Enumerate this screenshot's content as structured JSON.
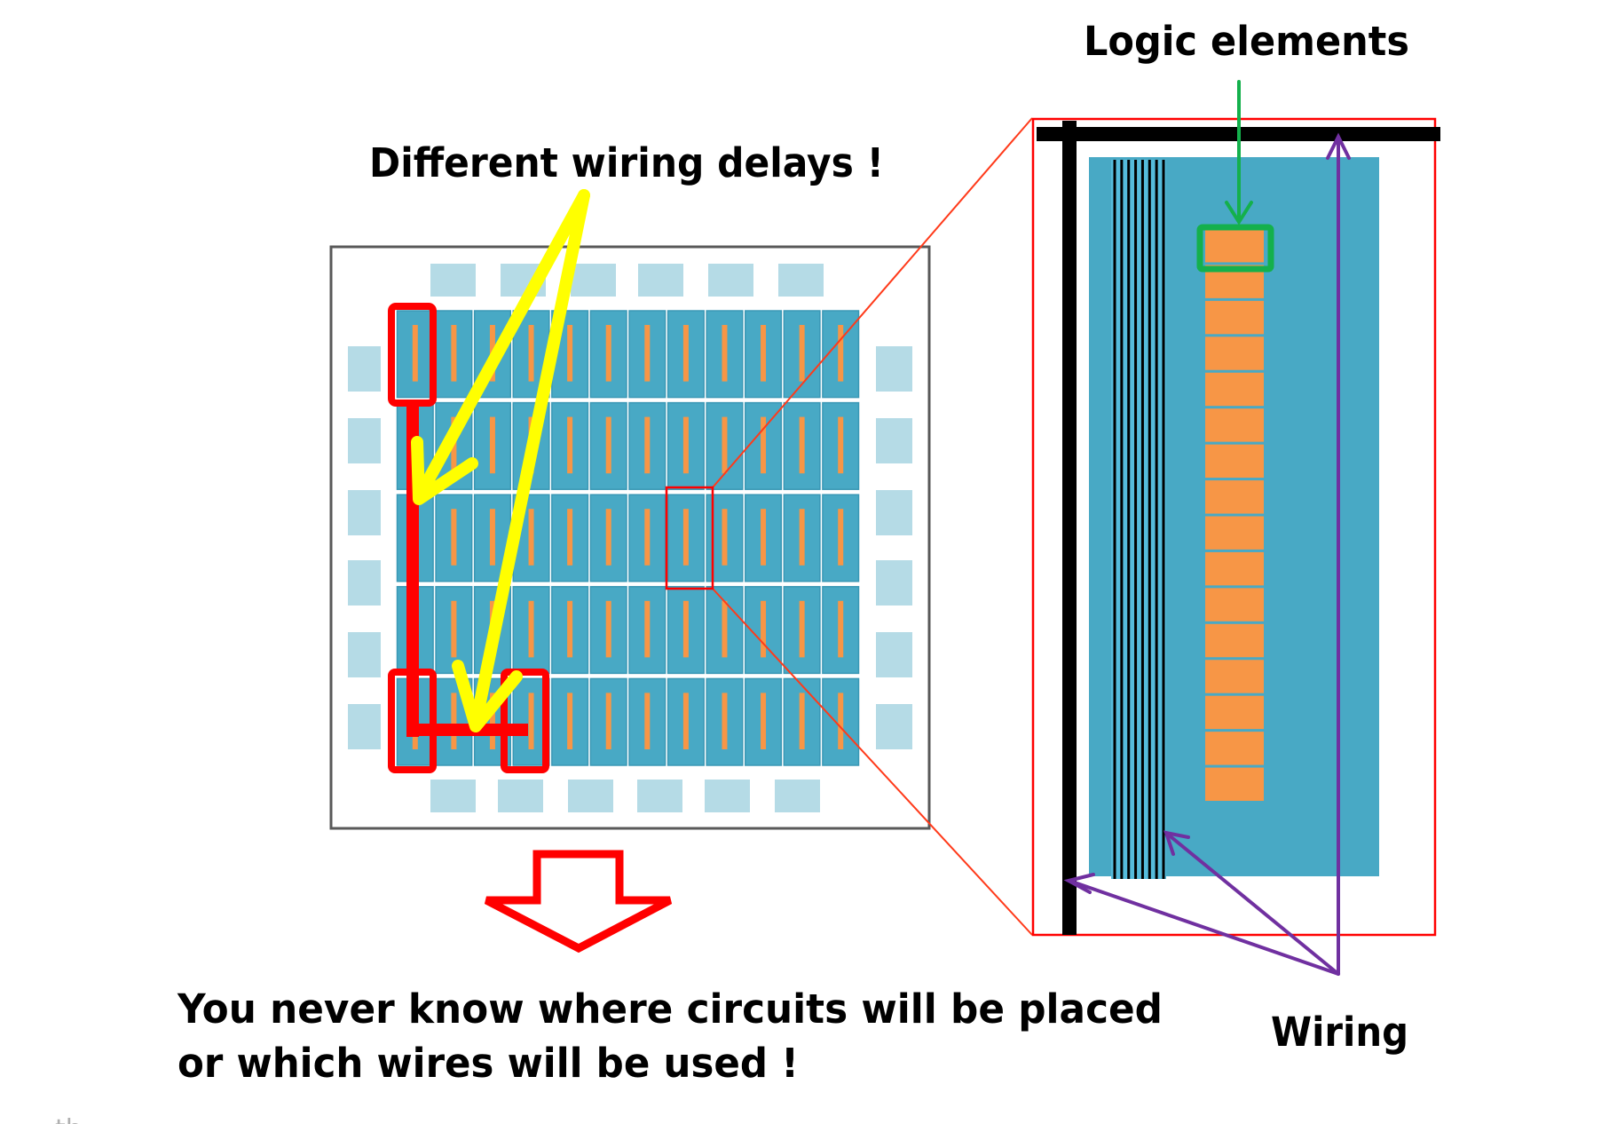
{
  "labels": {
    "wiring_delays": "Different wiring delays !",
    "logic_elements": "Logic elements",
    "wiring": "Wiring",
    "conclusion_line1": "You never know where circuits will be placed",
    "conclusion_line2": "or which wires will be used !",
    "corner_fragment": "th"
  },
  "fpga_grid": {
    "columns": 12,
    "rows": 5,
    "io_pads_top": 6,
    "io_pads_bottom": 6,
    "io_pads_left": 6,
    "io_pads_right": 6
  },
  "detail_view": {
    "logic_element_count": 16,
    "thin_wire_count": 8
  },
  "colors": {
    "cell": "#48a9c5",
    "cell_border": "#3a98b5",
    "io_pad": "#b5dbe6",
    "logic_strip": "#f79646",
    "highlight": "#ff0000",
    "delay_arrow": "#ffff00",
    "logic_pointer": "#14b04c",
    "wiring_pointer": "#7030a0",
    "thick_wire": "#000000",
    "chip_border": "#595959"
  }
}
